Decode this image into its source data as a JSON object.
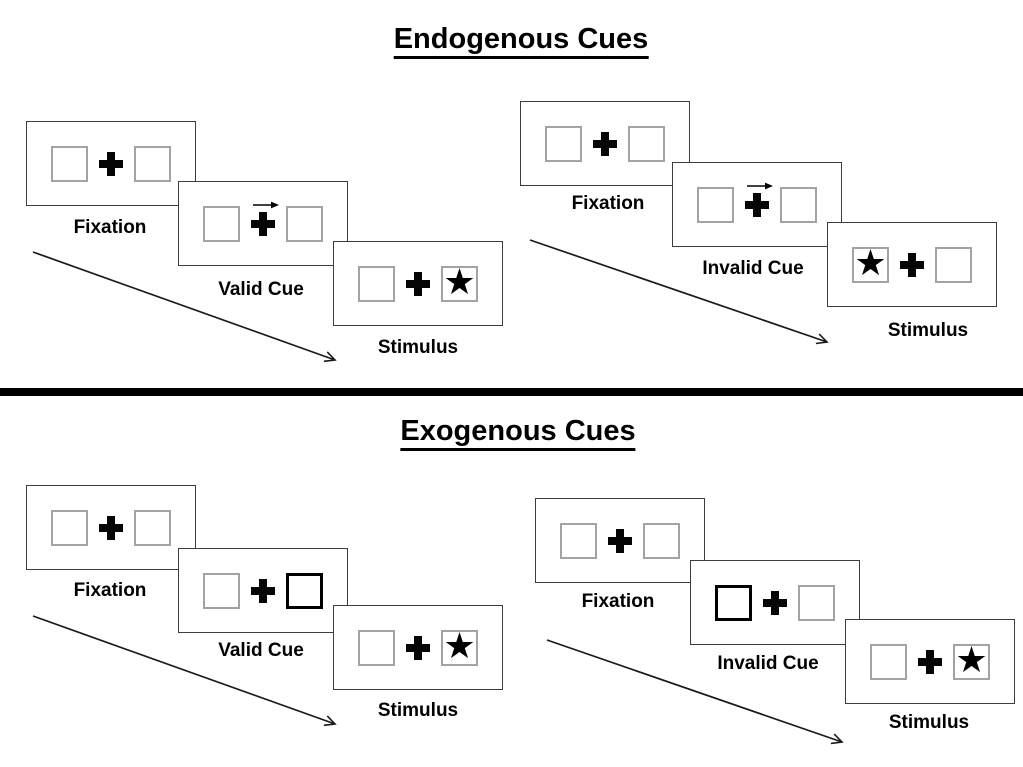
{
  "glyphs": {
    "star": "★"
  },
  "colors": {
    "ink": "#000000",
    "panel_border": "#3c3c3c",
    "box_border": "#a3a3a3"
  },
  "sections": [
    {
      "name": "endogenous",
      "title": "Endogenous Cues",
      "cue_style": "central arrow above fixation cross",
      "sequences": [
        {
          "name": "valid",
          "steps": [
            {
              "label": "Fixation"
            },
            {
              "label": "Valid Cue",
              "cue": "arrow-right"
            },
            {
              "label": "Stimulus",
              "star_side": "right"
            }
          ]
        },
        {
          "name": "invalid",
          "steps": [
            {
              "label": "Fixation"
            },
            {
              "label": "Invalid Cue",
              "cue": "arrow-right"
            },
            {
              "label": "Stimulus",
              "star_side": "left"
            }
          ]
        }
      ]
    },
    {
      "name": "exogenous",
      "title": "Exogenous Cues",
      "cue_style": "peripheral thickened box outline",
      "sequences": [
        {
          "name": "valid",
          "steps": [
            {
              "label": "Fixation"
            },
            {
              "label": "Valid Cue",
              "cue": "box-right"
            },
            {
              "label": "Stimulus",
              "star_side": "right"
            }
          ]
        },
        {
          "name": "invalid",
          "steps": [
            {
              "label": "Fixation"
            },
            {
              "label": "Invalid Cue",
              "cue": "box-left"
            },
            {
              "label": "Stimulus",
              "star_side": "right"
            }
          ]
        }
      ]
    }
  ]
}
